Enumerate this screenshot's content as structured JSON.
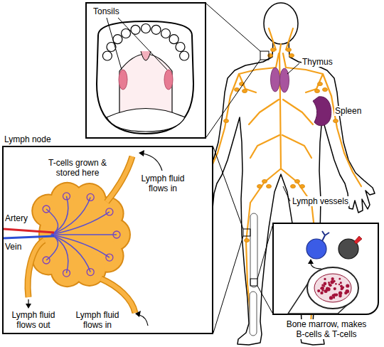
{
  "diagram": {
    "nodes": [
      {
        "text": [
          "Tonsils"
        ]
      },
      {
        "text": [
          "Lymph node"
        ]
      },
      {
        "text": [
          "Bone marrow, makes B-cells & T-cells"
        ]
      }
    ],
    "labels": [
      "Thymus",
      "Spleen",
      "T-cells grown & stored here",
      "Lymph fluid flows in",
      "Artery",
      "Vein",
      "Lymph vessels",
      "Lymph fluid flows out",
      "Lymph fluid flows in"
    ]
  }
}
